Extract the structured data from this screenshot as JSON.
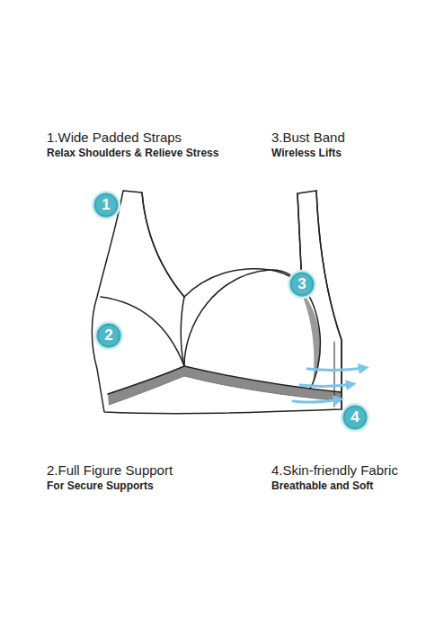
{
  "diagram": {
    "nodes": [
      {
        "text": [
          "1"
        ]
      },
      {
        "text": [
          "3"
        ]
      },
      {
        "text": [
          "2"
        ]
      },
      {
        "text": [
          "4"
        ]
      }
    ],
    "labels": [
      "1.Wide Padded Straps",
      "Relax Shoulders & Relieve Stress",
      "3.Bust Band",
      "Wireless Lifts",
      "2.Full Figure Support",
      "For Secure Supports",
      "4.Skin-friendly Fabric",
      "Breathable and Soft"
    ]
  }
}
